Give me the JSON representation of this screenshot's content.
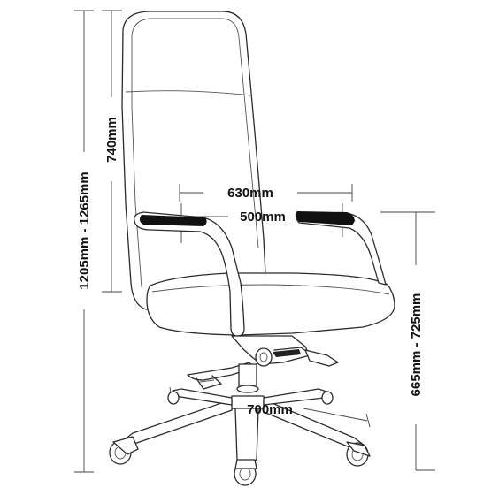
{
  "dimensions": {
    "total_height": "1205mm - 1265mm",
    "backrest_height": "740mm",
    "overall_width": "630mm",
    "seat_width": "500mm",
    "seat_height": "665mm - 725mm",
    "base_diameter": "700mm"
  },
  "colors": {
    "line": "#2b2b2b",
    "armrest_pad": "#111111",
    "background": "#ffffff"
  }
}
